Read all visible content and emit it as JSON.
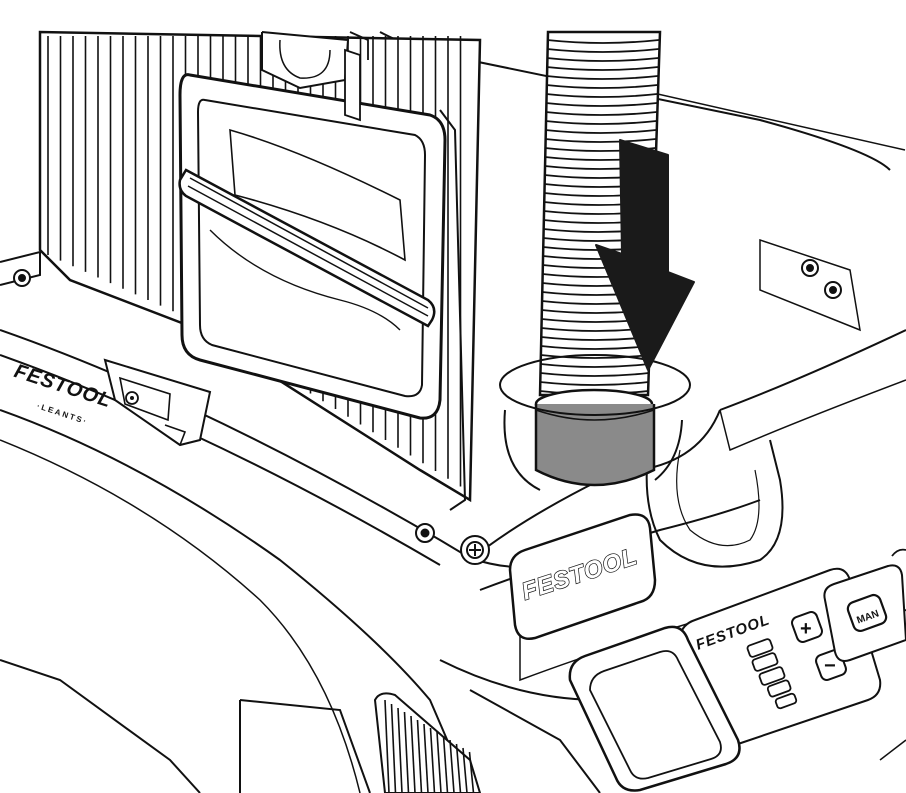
{
  "illustration": {
    "subject": "Festool mobile dust extractor - hose inserted into port",
    "arrow_direction": "down"
  },
  "labels": {
    "brand_left": "FESTOOL",
    "brand_left_sub": "·LEANTS·",
    "brand_front": "FESTOOL",
    "brand_panel": "FESTOOL",
    "man_button": "MAN",
    "plus_symbol": "+",
    "minus_symbol": "−"
  },
  "colors": {
    "line": "#111111",
    "background": "#ffffff",
    "hose_band": "#8a8a8a",
    "arrow": "#1a1a1a"
  }
}
